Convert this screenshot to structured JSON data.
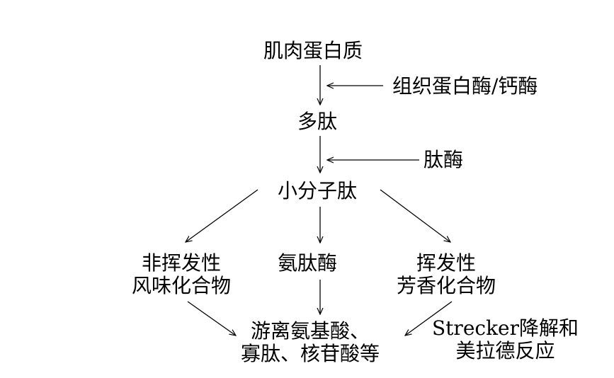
{
  "diagram": {
    "nodes": {
      "muscle_protein": "肌肉蛋白质",
      "polypeptide": "多肽",
      "small_peptide": "小分子肽",
      "nonvolatile": [
        "非挥发性",
        "风味化合物"
      ],
      "aminopeptidase": "氨肽酶",
      "volatile": [
        "挥发性",
        "芳香化合物"
      ],
      "free_products": [
        "游离氨基酸、",
        "寡肽、核苷酸等"
      ]
    },
    "edge_labels": {
      "enzymes_1": "组织蛋白酶/钙酶",
      "enzymes_2": "肽酶",
      "strecker": [
        "Strecker降解和",
        "美拉德反应"
      ]
    }
  }
}
